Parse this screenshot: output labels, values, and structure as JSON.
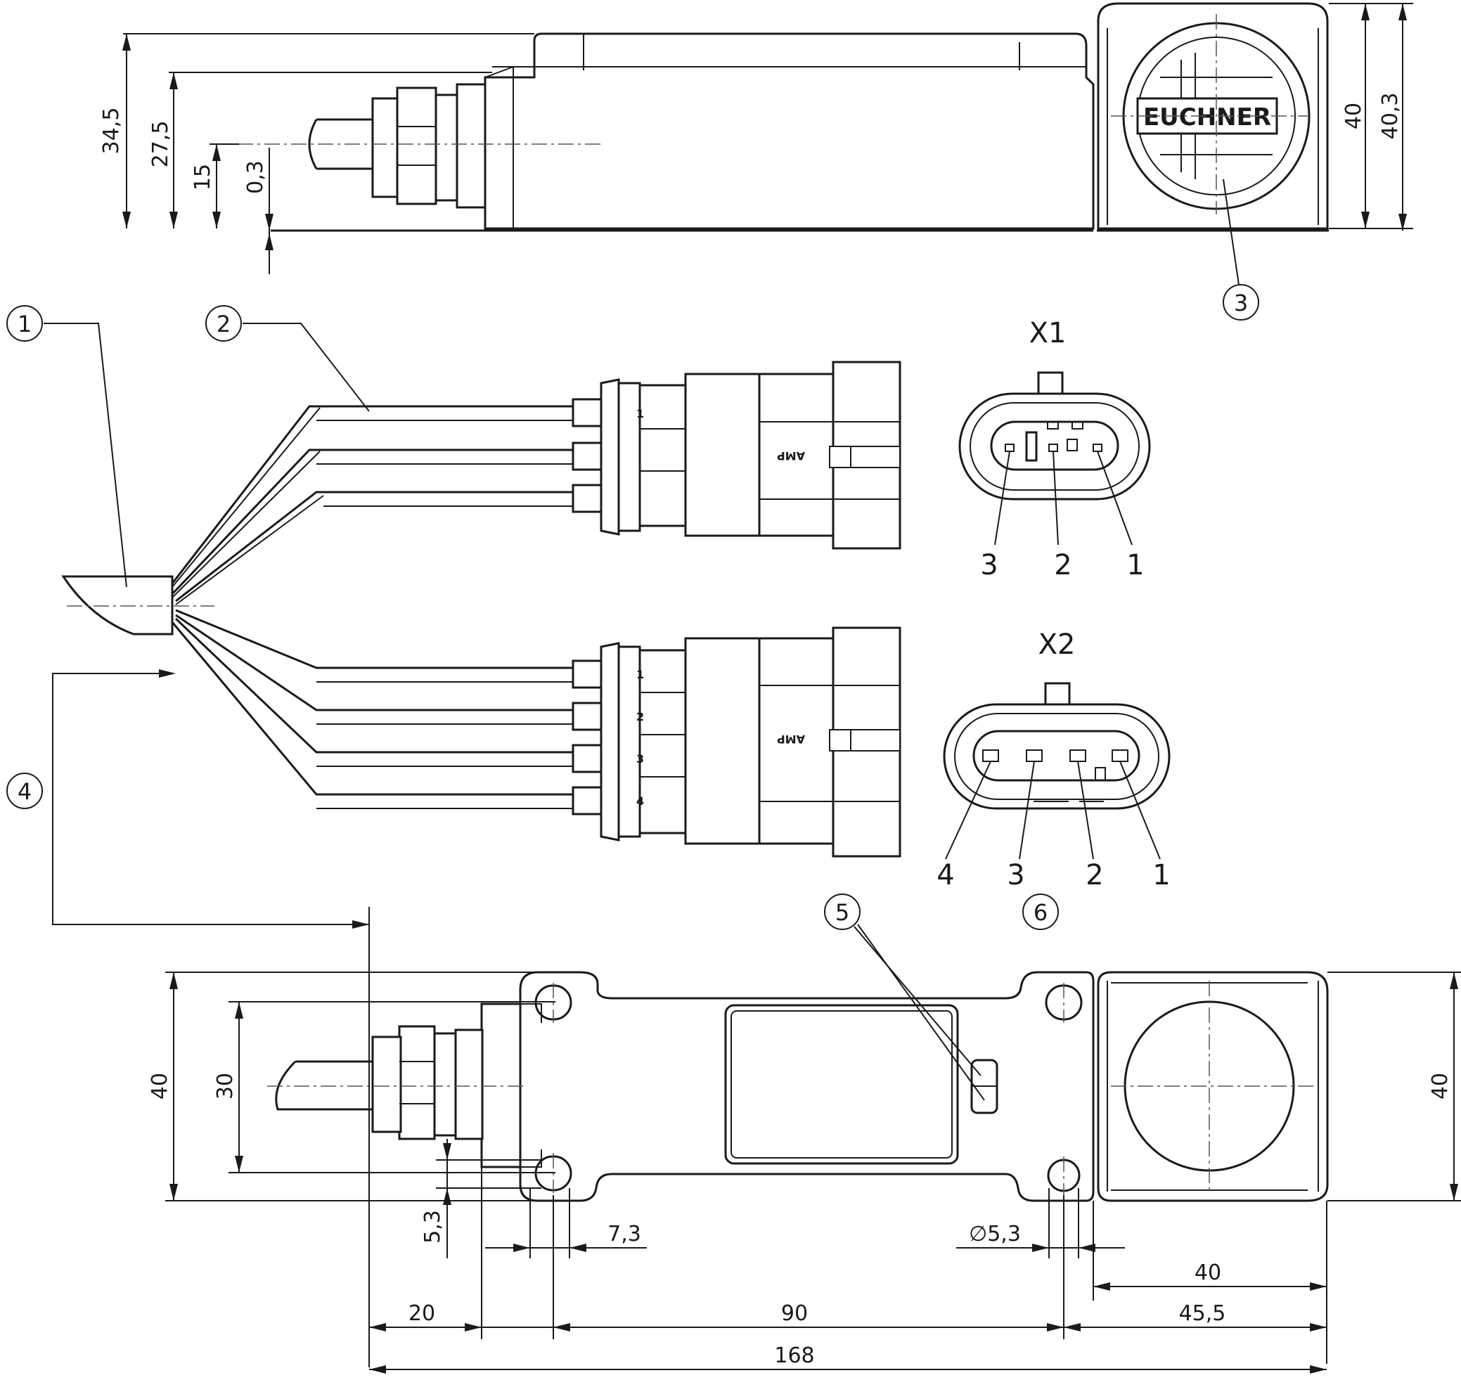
{
  "brand": {
    "logo_text": "EUCHNER"
  },
  "top_view": {
    "dims": {
      "h_34_5": "34,5",
      "h_27_5": "27,5",
      "h_15": "15",
      "h_0_3": "0,3",
      "h_40": "40",
      "h_40_3": "40,3"
    }
  },
  "callouts": {
    "c1": "1",
    "c2": "2",
    "c3": "3",
    "c4": "4",
    "c5": "5",
    "c6": "6"
  },
  "connectors": {
    "x1": {
      "label": "X1",
      "pins": [
        "3",
        "2",
        "1"
      ],
      "housing_mark": "AMP",
      "cavity_marks": [
        "1"
      ]
    },
    "x2": {
      "label": "X2",
      "pins": [
        "4",
        "3",
        "2",
        "1"
      ],
      "housing_mark": "AMP",
      "cavity_marks": [
        "1",
        "2",
        "3",
        "4"
      ]
    }
  },
  "bottom_view": {
    "dims": {
      "h_40_left": "40",
      "h_30": "30",
      "h_5_3": "5,3",
      "w_7_3": "7,3",
      "dia_5_3": "∅5,3",
      "w_40": "40",
      "w_20": "20",
      "w_90": "90",
      "w_45_5": "45,5",
      "w_168": "168",
      "h_40_right": "40"
    }
  }
}
